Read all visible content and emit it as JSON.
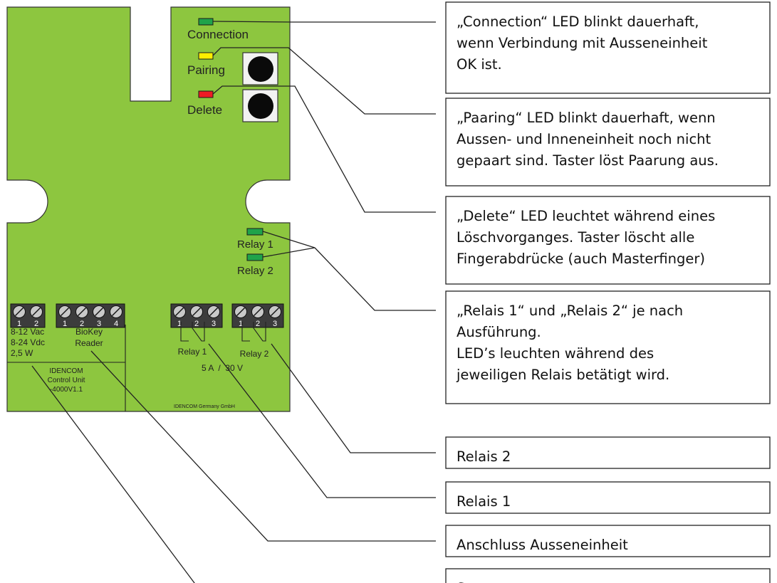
{
  "colors": {
    "board": "#8dc63f",
    "led_green": "#1fa34a",
    "led_yellow": "#ffee00",
    "led_red": "#ee1c24",
    "terminal": "#3c3c3c",
    "button": "#0a0a0a"
  },
  "board": {
    "led_labels": {
      "connection": "Connection",
      "pairing": "Pairing",
      "delete": "Delete",
      "relay1": "Relay 1",
      "relay2": "Relay 2"
    },
    "terminal_numbers": {
      "power": [
        "1",
        "2"
      ],
      "biokey": [
        "1",
        "2",
        "3",
        "4"
      ],
      "relay1": [
        "1",
        "2",
        "3"
      ],
      "relay2": [
        "1",
        "2",
        "3"
      ]
    },
    "power_spec": [
      "8-12 Vac",
      "8-24 Vdc",
      "2,5 W"
    ],
    "biokey_label": [
      "BioKey",
      "Reader"
    ],
    "unit_label": [
      "IDENCOM",
      "Control Unit",
      "-4000V1.1"
    ],
    "relay_labels": [
      "Relay 1",
      "Relay 2"
    ],
    "relay_rating": "5 A  /  30 V",
    "manufacturer": "IDENCOM Germany GmbH"
  },
  "callouts": [
    {
      "id": "connection",
      "lines": [
        "„Connection“ LED blinkt dauerhaft,",
        "wenn Verbindung mit Ausseneinheit",
        "OK ist."
      ]
    },
    {
      "id": "pairing",
      "lines": [
        "„Paaring“ LED blinkt dauerhaft, wenn",
        "Aussen- und Inneneinheit noch nicht",
        "gepaart sind. Taster löst Paarung aus."
      ]
    },
    {
      "id": "delete",
      "lines": [
        "„Delete“ LED leuchtet während eines",
        "Löschvorganges. Taster löscht alle",
        "Fingerabdrücke (auch Masterfinger)"
      ]
    },
    {
      "id": "relays",
      "lines": [
        "„Relais 1“ und „Relais 2“ je nach",
        "Ausführung.",
        "LED’s        leuchten        während        des",
        "jeweiligen Relais betätigt wird."
      ]
    },
    {
      "id": "relais2",
      "lines": [
        "Relais 2"
      ]
    },
    {
      "id": "relais1",
      "lines": [
        "Relais 1"
      ]
    },
    {
      "id": "anschluss",
      "lines": [
        "Anschluss Ausseneinheit"
      ]
    },
    {
      "id": "spannung",
      "lines": [
        "Spannungsversorgung"
      ]
    }
  ]
}
